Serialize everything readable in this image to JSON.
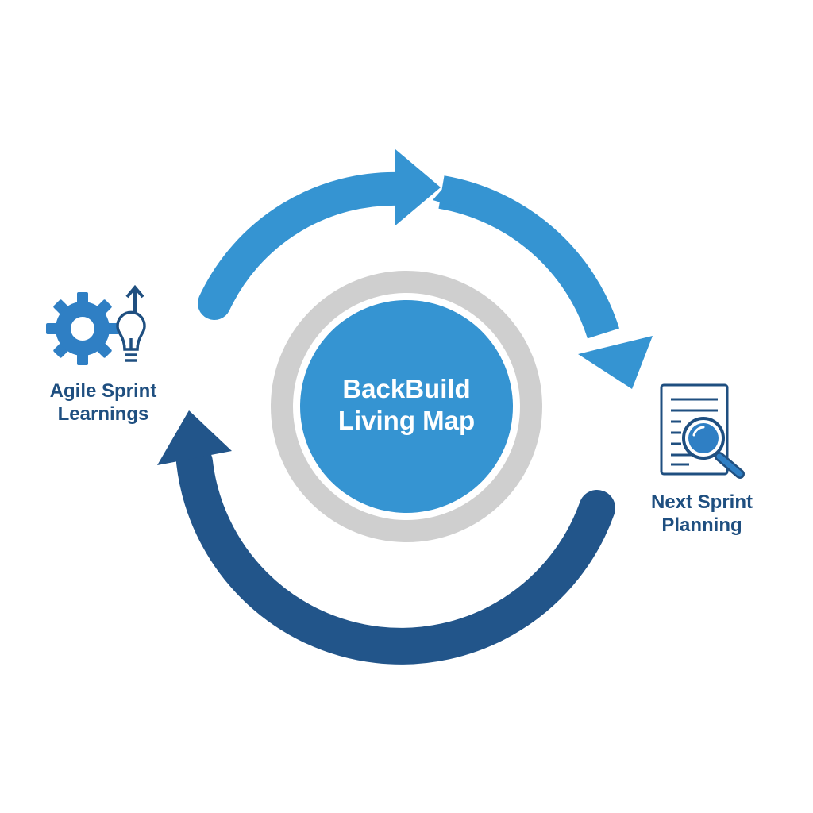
{
  "center": {
    "line1": "BackBuild",
    "line2": "Living Map"
  },
  "nodes": {
    "left": {
      "line1": "Agile Sprint",
      "line2": "Learnings",
      "icon": "gear-lightbulb-icon"
    },
    "right": {
      "line1": "Next Sprint",
      "line2": "Planning",
      "icon": "document-magnifier-icon"
    }
  },
  "colors": {
    "light_blue": "#3594d2",
    "dark_blue": "#22558a",
    "ring_gray": "#cfcfcf",
    "label_text": "#1f4f80",
    "icon_blue": "#2f7fc4",
    "icon_outline": "#1f4f80"
  }
}
